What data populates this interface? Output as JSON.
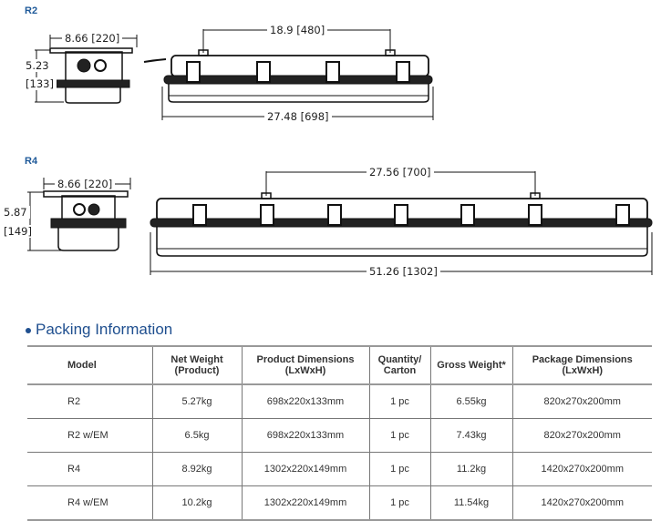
{
  "drawings": {
    "r2": {
      "label": "R2",
      "side_width": "8.66",
      "side_width_mm": "220",
      "side_height": "5.23",
      "side_height_mm": "133",
      "mount_spacing": "18.9",
      "mount_spacing_mm": "480",
      "length": "27.48",
      "length_mm": "698"
    },
    "r4": {
      "label": "R4",
      "side_width": "8.66",
      "side_width_mm": "220",
      "side_height": "5.87",
      "side_height_mm": "149",
      "mount_spacing": "27.56",
      "mount_spacing_mm": "700",
      "length": "51.26",
      "length_mm": "1302"
    }
  },
  "packing": {
    "title": "Packing Information",
    "headers": [
      "Model",
      "Net Weight\n(Product)",
      "Product Dimensions\n(LxWxH)",
      "Quantity/\nCarton",
      "Gross Weight*",
      "Package Dimensions\n(LxWxH)"
    ],
    "rows": [
      [
        "R2",
        "5.27kg",
        "698x220x133mm",
        "1 pc",
        "6.55kg",
        "820x270x200mm"
      ],
      [
        "R2 w/EM",
        "6.5kg",
        "698x220x133mm",
        "1 pc",
        "7.43kg",
        "820x270x200mm"
      ],
      [
        "R4",
        "8.92kg",
        "1302x220x149mm",
        "1 pc",
        "11.2kg",
        "1420x270x200mm"
      ],
      [
        "R4 w/EM",
        "10.2kg",
        "1302x220x149mm",
        "1 pc",
        "11.54kg",
        "1420x270x200mm"
      ]
    ]
  }
}
